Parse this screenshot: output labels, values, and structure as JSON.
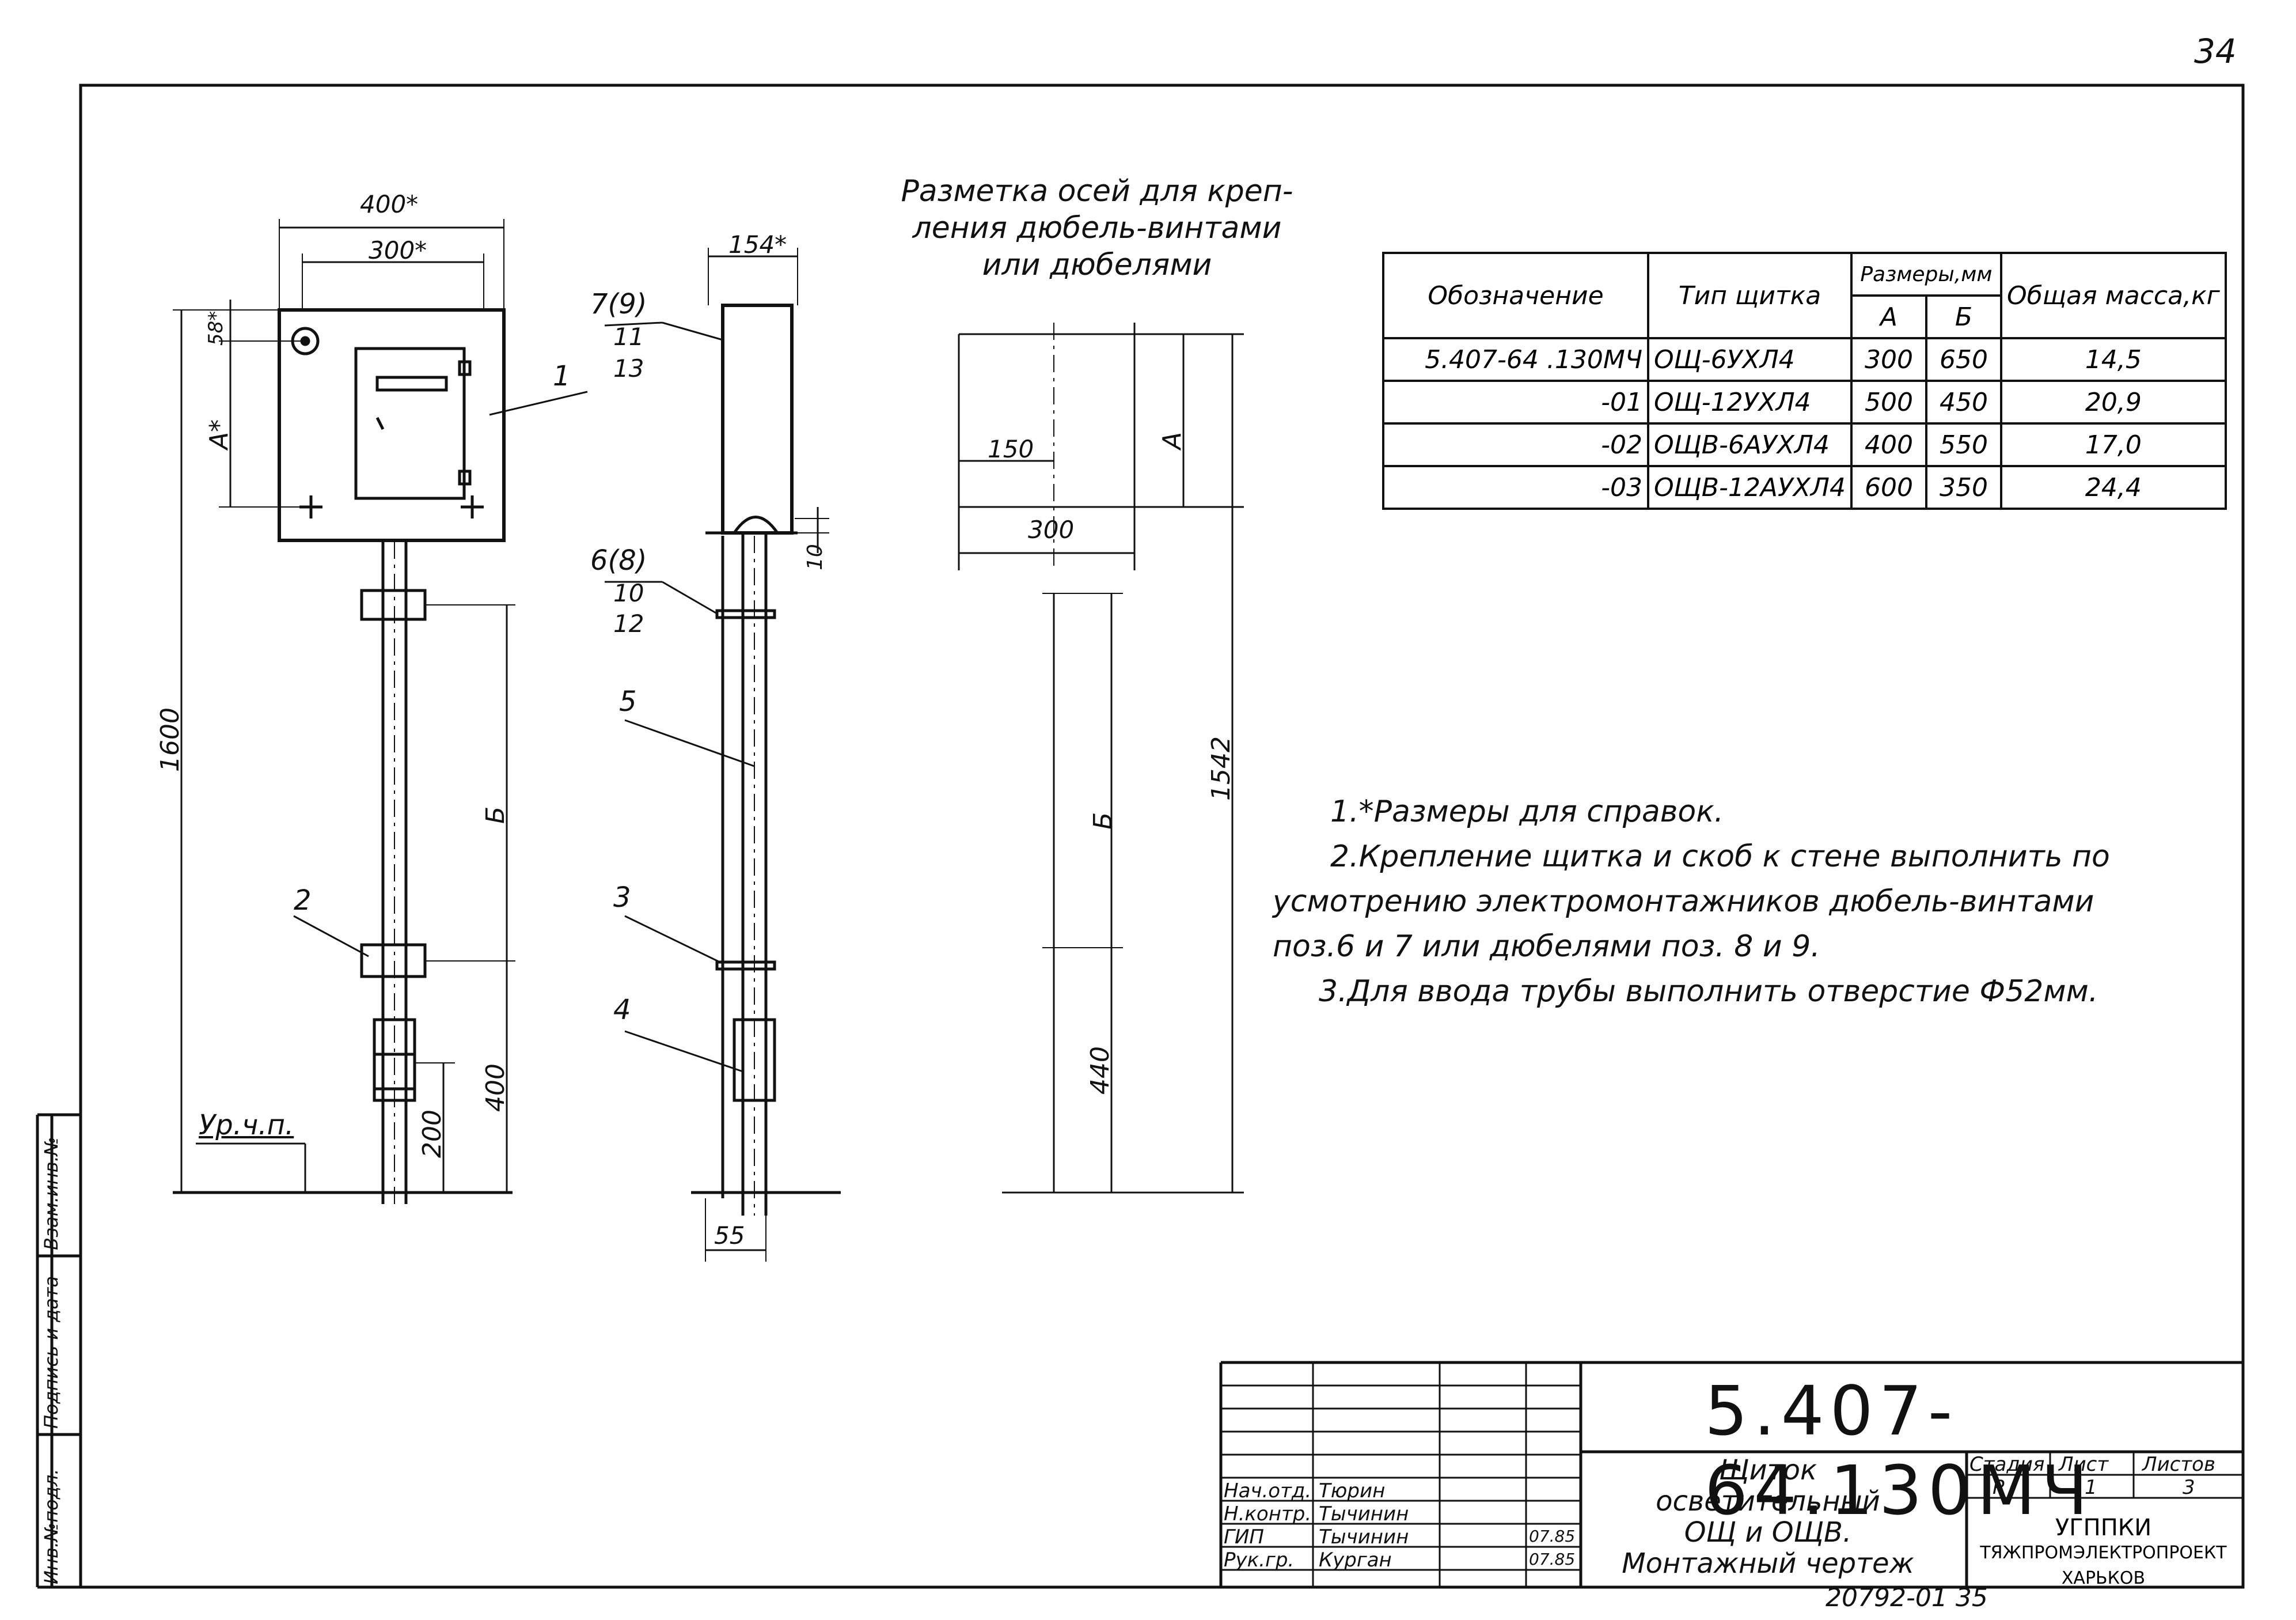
{
  "page_number": "34",
  "heading": [
    "Разметка осей для креп-",
    "ления дюбель-винтами",
    "или дюбелями"
  ],
  "table": {
    "headers": {
      "designation": "Обозначение",
      "type": "Тип щитка",
      "dims": "Размеры,мм",
      "a": "А",
      "b": "Б",
      "mass": "Общая масса,кг"
    },
    "rows": [
      {
        "designation": "5.407-64 .130МЧ",
        "type": "ОЩ-6УХЛ4",
        "a": "300",
        "b": "650",
        "mass": "14,5"
      },
      {
        "designation": "-01",
        "type": "ОЩ-12УХЛ4",
        "a": "500",
        "b": "450",
        "mass": "20,9"
      },
      {
        "designation": "-02",
        "type": "ОЩВ-6АУХЛ4",
        "a": "400",
        "b": "550",
        "mass": "17,0"
      },
      {
        "designation": "-03",
        "type": "ОЩВ-12АУХЛ4",
        "a": "600",
        "b": "350",
        "mass": "24,4"
      }
    ]
  },
  "notes": [
    "1.*Размеры для справок.",
    "2.Крепление щитка и скоб к стене выполнить по",
    "усмотрению электромонтажников дюбель-винтами",
    "поз.6 и 7 или дюбелями поз. 8 и 9.",
    "3.Для ввода трубы выполнить отверстие Ф52мм."
  ],
  "drawing": {
    "front": {
      "dim_400": "400*",
      "dim_300": "300*",
      "dim_58": "58*",
      "dim_a": "А*",
      "dim_1600": "1600",
      "dim_b": "Б",
      "dim_400b": "400",
      "dim_200": "200",
      "floor": "Ур.ч.п.",
      "pos_1": "1",
      "pos_2": "2"
    },
    "side": {
      "dim_154": "154*",
      "dim_10": "10",
      "dim_55": "55",
      "pos_7_9": "7(9)",
      "pos_11": "11",
      "pos_13": "13",
      "pos_6_8": "6(8)",
      "pos_10": "10",
      "pos_12": "12",
      "pos_5": "5",
      "pos_3": "3",
      "pos_4": "4"
    },
    "layout": {
      "dim_150": "150",
      "dim_300": "300",
      "dim_a": "А",
      "dim_b": "Б",
      "dim_440": "440",
      "dim_1542": "1542"
    }
  },
  "stamp": {
    "code": "5.407-64.130МЧ",
    "title": [
      "Щиток",
      "осветительный",
      "ОЩ и ОЩВ.",
      "Монтажный чертеж"
    ],
    "stage_label": "Стадия",
    "sheet_label": "Лист",
    "sheets_label": "Листов",
    "stage": "Р",
    "sheet": "1",
    "sheets": "3",
    "roles": [
      {
        "role": "Нач.отд.",
        "name": "Тюрин",
        "date": ""
      },
      {
        "role": "Н.контр.",
        "name": "Тычинин",
        "date": ""
      },
      {
        "role": "ГИП",
        "name": "Тычинин",
        "date": "07.85"
      },
      {
        "role": "Рук.гр.",
        "name": "Курган",
        "date": "07.85"
      }
    ],
    "org": [
      "УГППКИ",
      "ТЯЖПРОМЭЛЕКТРОПРОЕКТ",
      "ХАРЬКОВ"
    ]
  },
  "side_strip": [
    "Инв.№подл.",
    "Подпись и дата",
    "Взам.инв.№"
  ],
  "bottom_code": "20792-01   35"
}
